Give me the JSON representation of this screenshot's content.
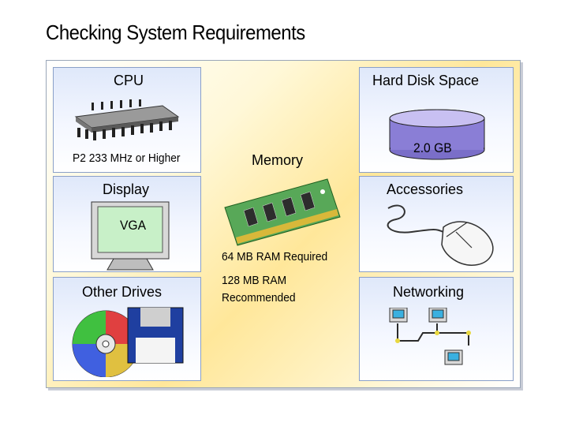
{
  "slide_title": "Checking System Requirements",
  "cpu": {
    "title": "CPU",
    "caption": "P2 233 MHz or Higher"
  },
  "hard_disk": {
    "title": "Hard Disk Space",
    "value": "2.0 GB"
  },
  "memory": {
    "title": "Memory",
    "required": "64 MB RAM Required",
    "recommended_line1": "128 MB RAM",
    "recommended_line2": "Recommended"
  },
  "display": {
    "title": "Display",
    "screen_text": "VGA"
  },
  "accessories": {
    "title": "Accessories"
  },
  "other_drives": {
    "title": "Other Drives"
  },
  "networking": {
    "title": "Networking"
  }
}
